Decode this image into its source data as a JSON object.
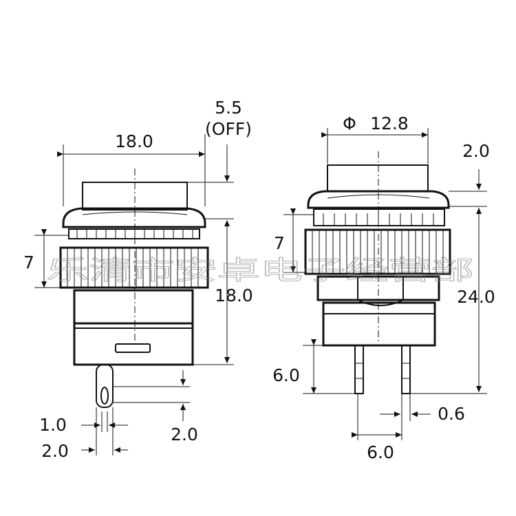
{
  "colors": {
    "ink": "#111111",
    "background": "#ffffff",
    "watermark": "#777777"
  },
  "left_view": {
    "width_label": "18.0",
    "travel_label": "5.5",
    "travel_state_label": "(OFF)",
    "knurl_height_label": "7",
    "body_height_label": "18.0",
    "pin_width_label": "1.0",
    "pin_spacing_label": "2.0",
    "pin_offset_label": "2.0"
  },
  "right_view": {
    "diameter_symbol": "Φ",
    "diameter_label": "12.8",
    "top_gap_label": "2.0",
    "knurl_height_label": "7",
    "total_height_label": "24.0",
    "pin_length_label": "6.0",
    "pin_thickness_label": "0.6",
    "pin_pitch_label": "6.0"
  },
  "watermark": {
    "text": "乐清市安卓电子经营部"
  }
}
